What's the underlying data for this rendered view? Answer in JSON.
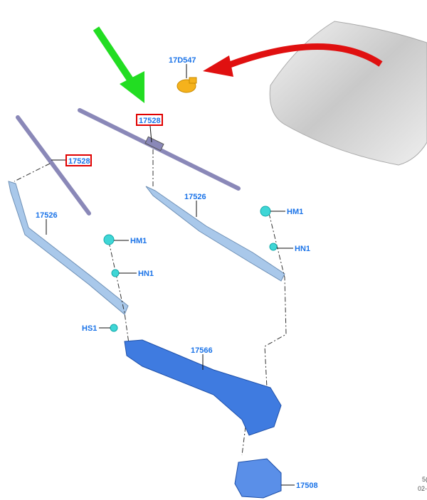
{
  "labels": {
    "sensor": "17D547",
    "blade_right": "17528",
    "blade_left": "17528",
    "arm_right": "17526",
    "arm_left": "17526",
    "cap_right": "HM1",
    "nut_right": "HN1",
    "cap_left": "HM1",
    "nut_left": "HN1",
    "screw": "HS1",
    "linkage": "17566",
    "motor": "17508"
  },
  "reference": {
    "line1": "5(",
    "line2": "02-"
  },
  "colors": {
    "label": "#1a73e8",
    "highlight_box": "#e00000",
    "arrow_green": "#22dd22",
    "arrow_red": "#e01010",
    "blade": "#8a88b8",
    "arm": "#a9c8ea",
    "linkage": "#3f7be0",
    "sensor": "#f5b21c",
    "fastener": "#3fd6d6"
  }
}
